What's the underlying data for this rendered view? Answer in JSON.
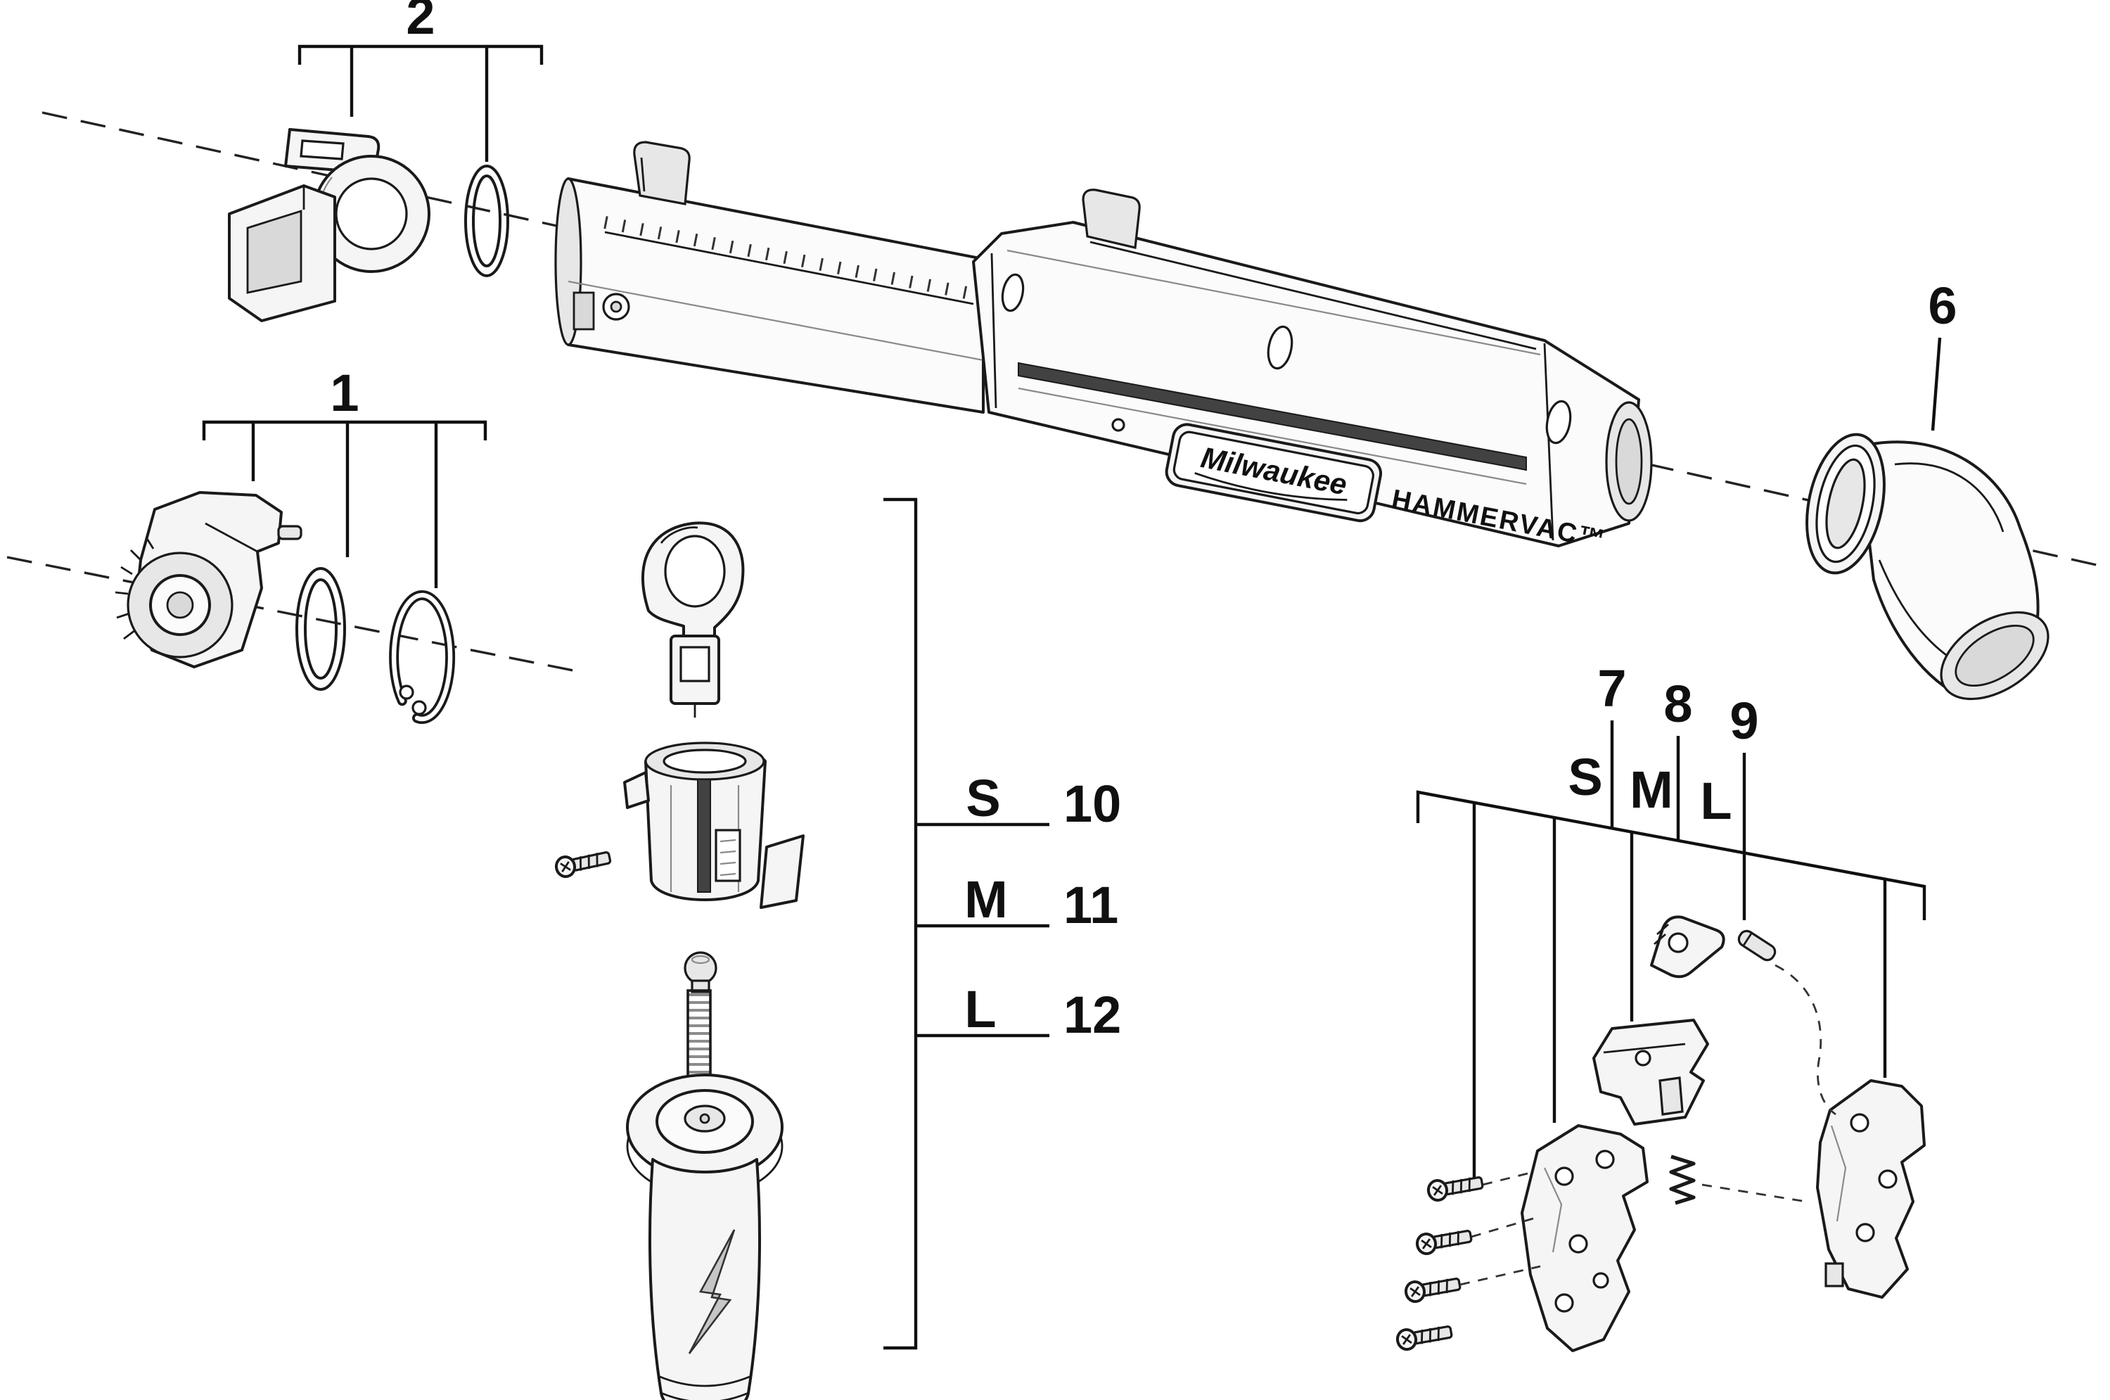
{
  "branding": {
    "logo_text": "Milwaukee",
    "product_text": "HAMMERVAC™"
  },
  "callouts": {
    "c1": "1",
    "c2": "2",
    "c6": "6",
    "c7": "7",
    "c8": "8",
    "c9": "9",
    "c10": "10",
    "c11": "11",
    "c12": "12"
  },
  "sizes_left": {
    "s": "S",
    "m": "M",
    "l": "L"
  },
  "sizes_right": {
    "s": "S",
    "m": "M",
    "l": "L"
  }
}
